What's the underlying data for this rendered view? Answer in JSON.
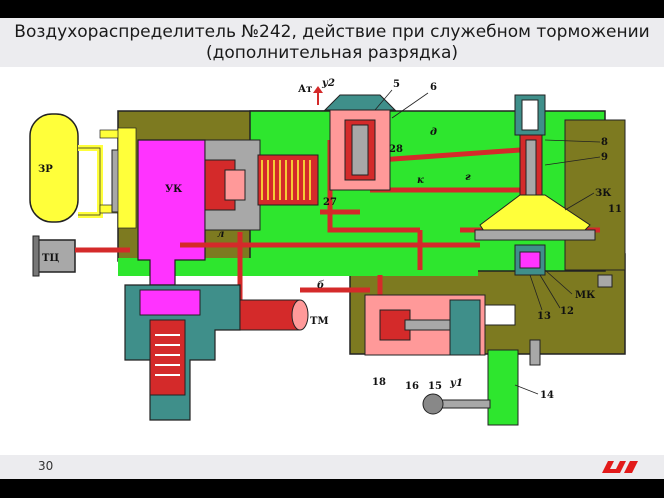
{
  "slide": {
    "title": "Воздухораспределитель №242, действие при служебном торможении (дополнительная разрядка)",
    "page_number": "30",
    "logo_text": "РЖД",
    "colors": {
      "red": "#d42a2a",
      "green": "#2ee62e",
      "olive": "#7d7a20",
      "yellow": "#ffff3a",
      "magenta": "#ff33ff",
      "gray": "#a8a8a8",
      "teal": "#3f8f8a"
    }
  },
  "diagram": {
    "labels": {
      "zr": "ЗР",
      "tc": "ТЦ",
      "uk": "УК",
      "tm": "ТМ",
      "at": "Ат",
      "zk": "ЗК",
      "mk": "МК",
      "y2": "у2",
      "y1": "у1",
      "d": "д",
      "g": "г",
      "k": "к",
      "l": "л",
      "b": "б",
      "n5": "5",
      "n6": "6",
      "n8": "8",
      "n9": "9",
      "n11": "11",
      "n12": "12",
      "n13": "13",
      "n14": "14",
      "n15": "15",
      "n16": "16",
      "n18": "18",
      "n27": "27",
      "n28": "28"
    }
  }
}
